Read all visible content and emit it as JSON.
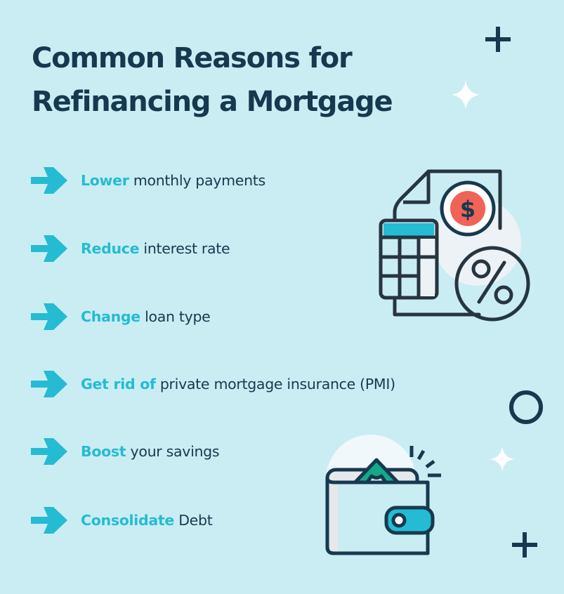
{
  "title": {
    "line1": "Common Reasons for",
    "line2": "Refinancing a Mortgage"
  },
  "colors": {
    "background": "#caedf3",
    "title": "#17394f",
    "accent": "#25bbd3",
    "outline": "#263540",
    "coin": "#f06357",
    "money": "#13a98a",
    "circle_bg": "#ecf2f6"
  },
  "reasons": [
    {
      "icon": "arrow-right-icon",
      "highlight": "Lower",
      "rest": " monthly payments"
    },
    {
      "icon": "arrow-right-icon",
      "highlight": "Reduce",
      "rest": " interest rate"
    },
    {
      "icon": "arrow-right-icon",
      "highlight": "Change",
      "rest": " loan type"
    },
    {
      "icon": "arrow-right-icon",
      "highlight": "Get rid of",
      "rest": " private mortgage insurance (PMI)"
    },
    {
      "icon": "arrow-right-icon",
      "highlight": "Boost",
      "rest": " your savings"
    },
    {
      "icon": "arrow-right-icon",
      "highlight": "Consolidate",
      "rest": " Debt"
    }
  ],
  "illustrations": {
    "document": {
      "icon": "document-calculator-percent-icon",
      "coin_symbol": "$",
      "percent_symbol": "%"
    },
    "wallet": {
      "icon": "wallet-money-icon"
    },
    "decorations": [
      "plus-icon",
      "sparkle-icon",
      "ring-icon",
      "sparkle-icon",
      "plus-icon"
    ]
  }
}
